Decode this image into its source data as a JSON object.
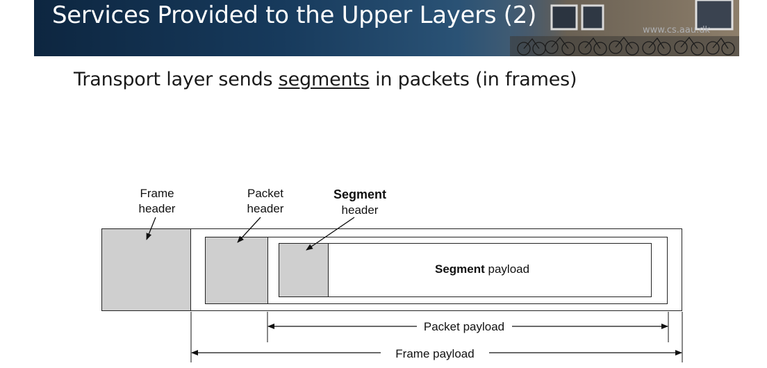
{
  "slide": {
    "title": "Services Provided to the Upper Layers (2)",
    "watermark": "www.cs.aau.dk",
    "subtitle_before": "Transport layer sends ",
    "subtitle_emphasis": "segments",
    "subtitle_after": " in packets (in frames)"
  },
  "diagram": {
    "frame_header_line1": "Frame",
    "frame_header_line2": "header",
    "packet_header_line1": "Packet",
    "packet_header_line2": "header",
    "segment_header_line1": "Segment",
    "segment_header_line2": "header",
    "segment_payload_bold": "Segment",
    "segment_payload_rest": " payload",
    "packet_payload": "Packet payload",
    "frame_payload": "Frame payload"
  }
}
